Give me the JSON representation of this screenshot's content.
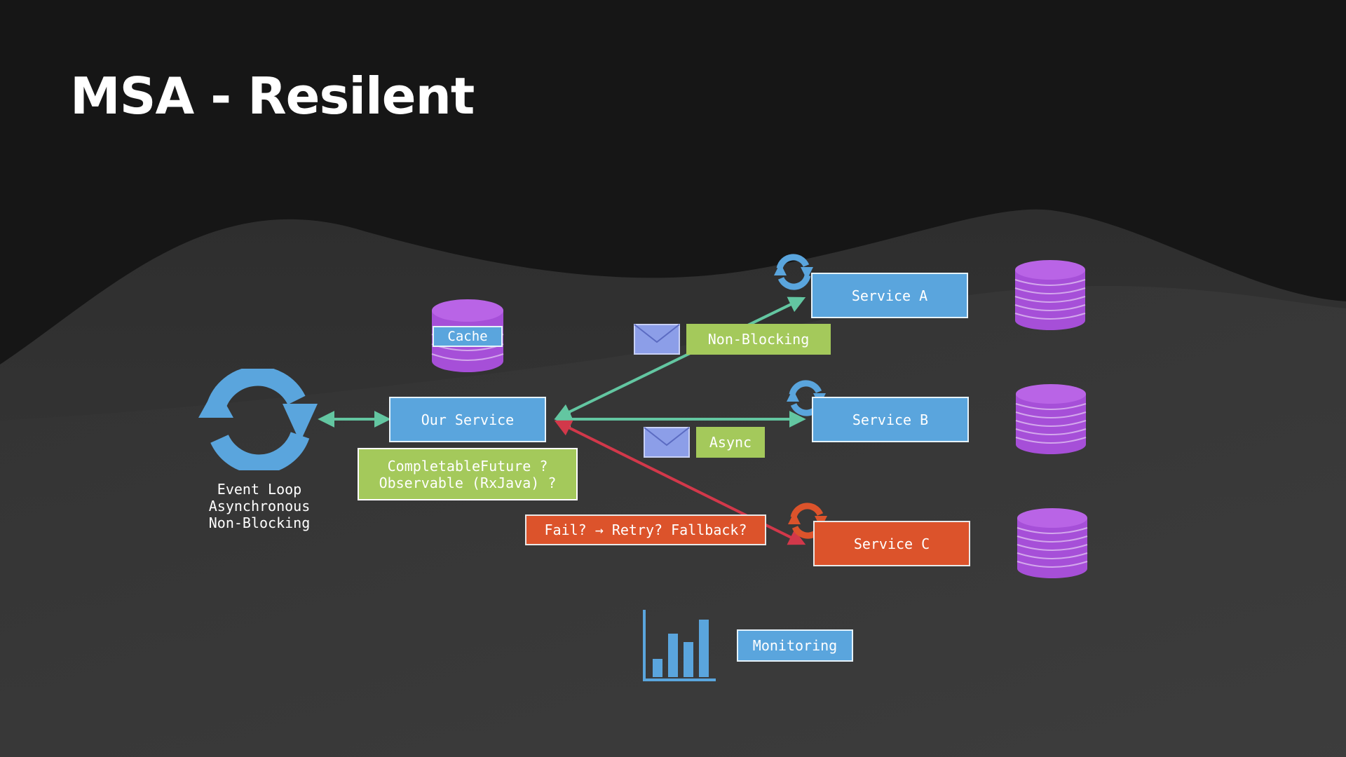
{
  "title": "MSA - Resilent",
  "our_service": "Our Service",
  "cache": "Cache",
  "future_box": {
    "line1": "CompletableFuture ?",
    "line2": "Observable (RxJava) ?"
  },
  "event_loop": {
    "line1": "Event Loop",
    "line2": "Asynchronous",
    "line3": "Non-Blocking"
  },
  "services": [
    {
      "label": "Service A"
    },
    {
      "label": "Service B"
    },
    {
      "label": "Service C"
    }
  ],
  "non_blocking": "Non-Blocking",
  "async": "Async",
  "fail_retry": "Fail? → Retry? Fallback?",
  "monitoring": "Monitoring",
  "colors": {
    "service_blue": "#5aa5dd",
    "label_green": "#a4c95b",
    "failure_red": "#dc532b",
    "database_purple": "#a64fd8",
    "arrow_teal": "#63c6a1",
    "arrow_red": "#d2384a",
    "envelope": "#8c9ee8"
  },
  "icons": [
    "refresh-icon",
    "database-icon",
    "envelope-icon",
    "bar-chart-icon"
  ]
}
